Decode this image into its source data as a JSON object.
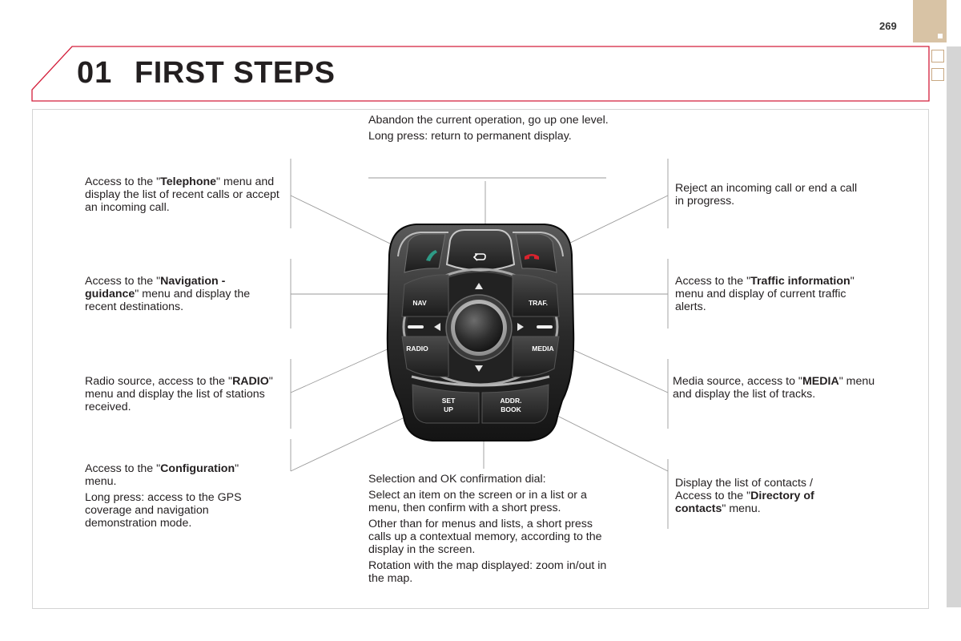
{
  "page": {
    "number": "269"
  },
  "header": {
    "section_number": "01",
    "title": "FIRST STEPS"
  },
  "annotations": {
    "back": {
      "line1": "Abandon the current operation, go up one level.",
      "line2": "Long press: return to permanent display."
    },
    "telephone": {
      "pre": "Access to the \"",
      "bold": "Telephone",
      "post": "\" menu and display the list of recent calls or accept an incoming call."
    },
    "navigation": {
      "pre": "Access to the \"",
      "bold": "Navigation - guidance",
      "post": "\" menu and display the recent destinations."
    },
    "radio": {
      "pre": "Radio source, access to the \"",
      "bold": "RADIO",
      "post": "\" menu and display the list of stations received."
    },
    "configuration": {
      "pre": "Access to the \"",
      "bold": "Configuration",
      "post": "\" menu.",
      "line2": "Long press: access to the GPS coverage and navigation demonstration mode."
    },
    "reject": {
      "text": "Reject an incoming call or end a call in progress."
    },
    "traffic": {
      "pre": "Access to the \"",
      "bold": "Traffic information",
      "post": "\" menu and display of current traffic alerts."
    },
    "media": {
      "pre": "Media source, access to \"",
      "bold": "MEDIA",
      "post": "\" menu and display the list of tracks."
    },
    "contacts": {
      "pre": "Display the list of contacts / Access to the \"",
      "bold": "Directory of contacts",
      "post": "\" menu."
    },
    "dial": {
      "line1": "Selection and OK confirmation dial:",
      "line2": "Select an item on the screen or in a list or a menu, then confirm with a short press.",
      "line3": "Other than for menus and lists, a short press calls up a contextual memory, according to the display in the screen.",
      "line4": "Rotation with the map displayed: zoom in/out in the map."
    }
  },
  "controller": {
    "buttons": {
      "nav": "NAV",
      "traf": "TRAF.",
      "radio": "RADIO",
      "media": "MEDIA",
      "setup_1": "SET",
      "setup_2": "UP",
      "addr_1": "ADDR.",
      "addr_2": "BOOK"
    },
    "icons": {
      "back": "back-arrow-icon",
      "call": "phone-answer-icon",
      "hangup": "phone-hangup-icon"
    },
    "colors": {
      "call": "#2e9a86",
      "hangup": "#d9232e"
    }
  }
}
